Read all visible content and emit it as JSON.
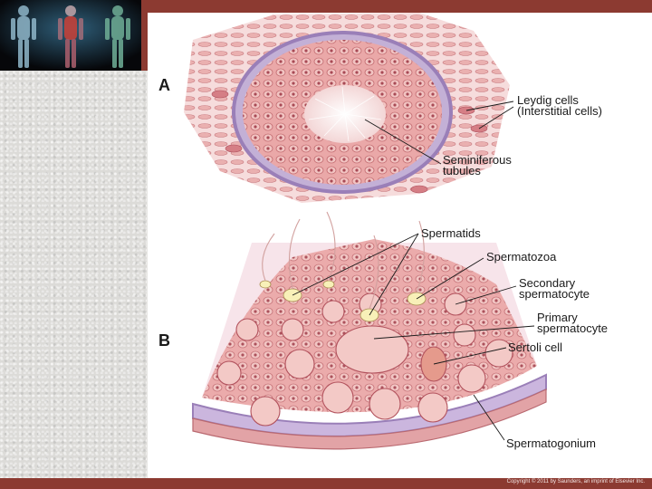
{
  "panel_a": {
    "letter": "A",
    "leydig_line1": "Leydig cells",
    "leydig_line2": "(Interstitial cells)",
    "semi_line1": "Seminiferous",
    "semi_line2": "tubules"
  },
  "panel_b": {
    "letter": "B",
    "spermatids": "Spermatids",
    "spermatozoa": "Spermatozoa",
    "secondary_line1": "Secondary",
    "secondary_line2": "spermatocyte",
    "primary_line1": "Primary",
    "primary_line2": "spermatocyte",
    "sertoli": "Sertoli cell",
    "spermatogonium": "Spermatogonium"
  },
  "footer": {
    "copyright": "Copyright © 2011 by Saunders, an imprint of Elsevier Inc."
  },
  "colors": {
    "frame": "#8c3a31",
    "tissue": "#e8a3a3",
    "membrane": "#b09ac6"
  }
}
